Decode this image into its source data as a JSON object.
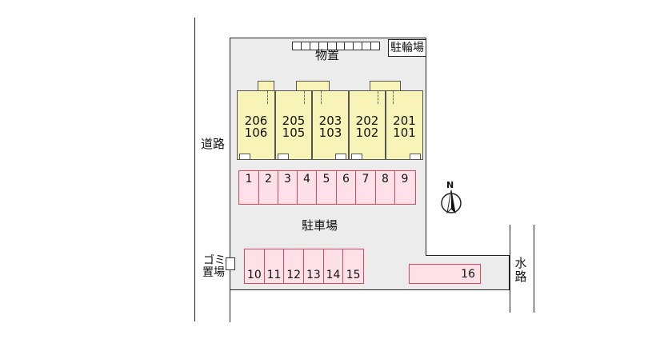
{
  "labels": {
    "road": "道路",
    "storage": "物置",
    "bicycle_parking": "駐輪場",
    "parking_lot": "駐車場",
    "garbage_area_line1": "ゴミ",
    "garbage_area_line2": "置場",
    "waterway": "水路",
    "north": "N"
  },
  "units": [
    {
      "upper": "206",
      "lower": "106"
    },
    {
      "upper": "205",
      "lower": "105"
    },
    {
      "upper": "203",
      "lower": "103"
    },
    {
      "upper": "202",
      "lower": "102"
    },
    {
      "upper": "201",
      "lower": "101"
    }
  ],
  "parking_top": [
    "1",
    "2",
    "3",
    "4",
    "5",
    "6",
    "7",
    "8",
    "9"
  ],
  "parking_bottom": [
    "10",
    "11",
    "12",
    "13",
    "14",
    "15"
  ],
  "parking_side": [
    "16"
  ],
  "colors": {
    "lot": "#ececec",
    "building": "#f8f3b6",
    "parking_fill": "#fde0e8",
    "parking_border": "#d64a5c"
  }
}
